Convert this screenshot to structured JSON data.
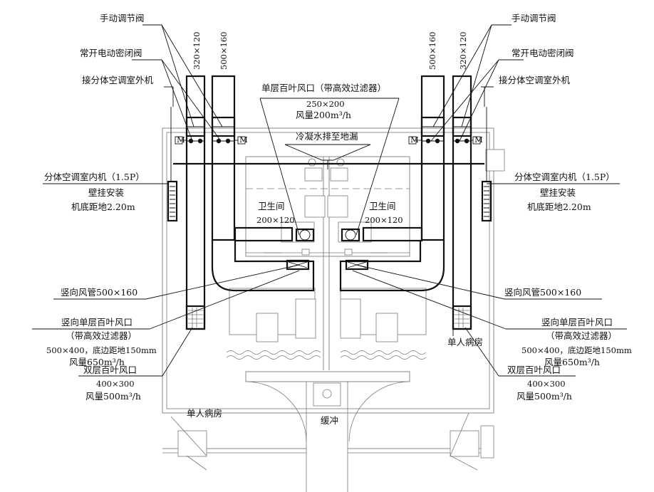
{
  "labels": {
    "manual_valve_l": "手动调节阀",
    "manual_valve_r": "手动调节阀",
    "motor_valve_l": "常开电动密闭阀",
    "motor_valve_r": "常开电动密闭阀",
    "outdoor_unit_l": "接分体空调室外机",
    "outdoor_unit_r": "接分体空调室外机",
    "duct_320_l": "320×120",
    "duct_500_l": "500×160",
    "duct_500_r": "500×160",
    "duct_320_r": "320×120",
    "grille_title": "单层百叶风口（带高效过滤器）",
    "grille_size": "250×200",
    "grille_flow": "风量200m³/h",
    "condensate": "冷凝水排至地漏",
    "indoor_l_1": "分体空调室内机（1.5P）",
    "indoor_l_2": "壁挂安装",
    "indoor_l_3": "机底距地2.20m",
    "indoor_r_1": "分体空调室内机（1.5P）",
    "indoor_r_2": "壁挂安装",
    "indoor_r_3": "机底距地2.20m",
    "toilet_l": "卫生间",
    "toilet_l_size": "200×120",
    "toilet_r": "卫生间",
    "toilet_r_size": "200×120",
    "vduct_l": "竖向风管500×160",
    "vduct_r": "竖向风管500×160",
    "vgrille_l_1": "竖向单层百叶风口",
    "vgrille_l_2": "（带高效过滤器）",
    "vgrille_l_3": "500×400，底边距地150mm",
    "vgrille_l_4": "风量650m³/h",
    "vgrille_r_1": "竖向单层百叶风口",
    "vgrille_r_2": "（带高效过滤器）",
    "vgrille_r_3": "500×400，底边距地150mm",
    "vgrille_r_4": "风量650m³/h",
    "dgrille_l_1": "双层百叶风口",
    "dgrille_l_2": "400×300",
    "dgrille_l_3": "风量500m³/h",
    "dgrille_r_1": "双层百叶风口",
    "dgrille_r_2": "400×300",
    "dgrille_r_3": "风量500m³/h",
    "ward_r": "单人病房",
    "ward_l": "单人病房",
    "buffer": "缓冲",
    "valve_m_mark": "M"
  }
}
